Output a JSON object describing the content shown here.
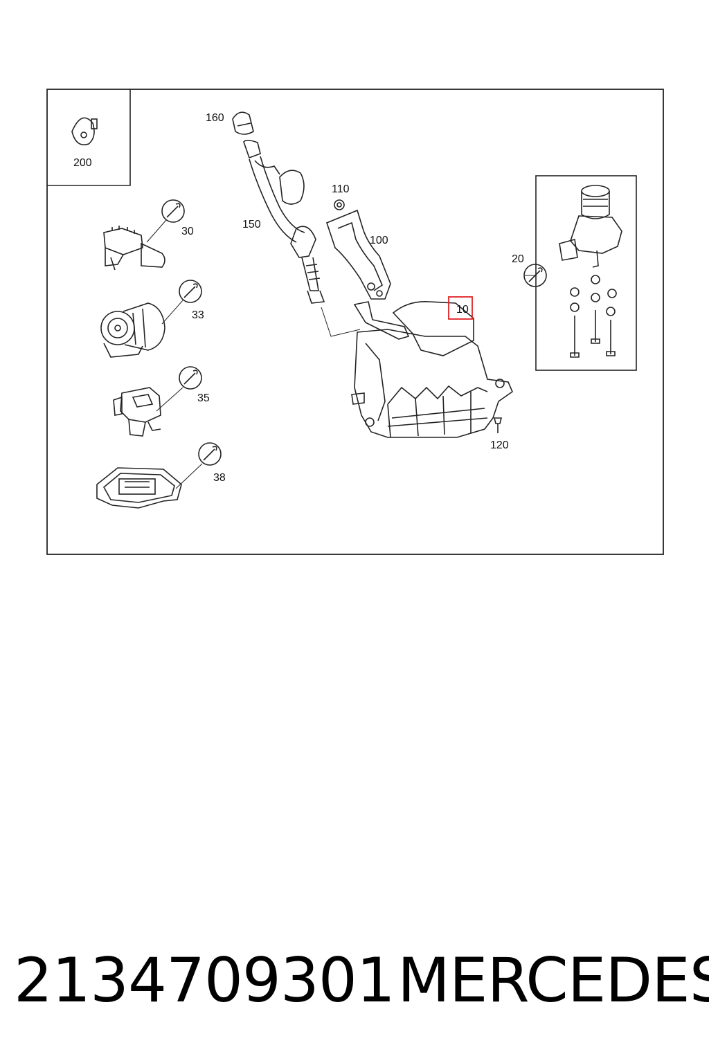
{
  "diagram": {
    "callouts": {
      "c200": "200",
      "c160": "160",
      "c110": "110",
      "c150": "150",
      "c100": "100",
      "c30": "30",
      "c33": "33",
      "c35": "35",
      "c38": "38",
      "c10": "10",
      "c20": "20",
      "c120": "120"
    },
    "highlighted_callout": "10",
    "highlight_color": "#e02020",
    "icons": [
      "wrench-icon",
      "screw-icon",
      "hose-icon",
      "bracket-icon",
      "manifold-icon",
      "sensor-icon",
      "pump-icon",
      "actuator-icon",
      "gasket-icon",
      "valve-icon",
      "bolt-icon",
      "washer-icon"
    ]
  },
  "footer": {
    "part_number": "2134709301",
    "brand": "MERCEDES"
  }
}
